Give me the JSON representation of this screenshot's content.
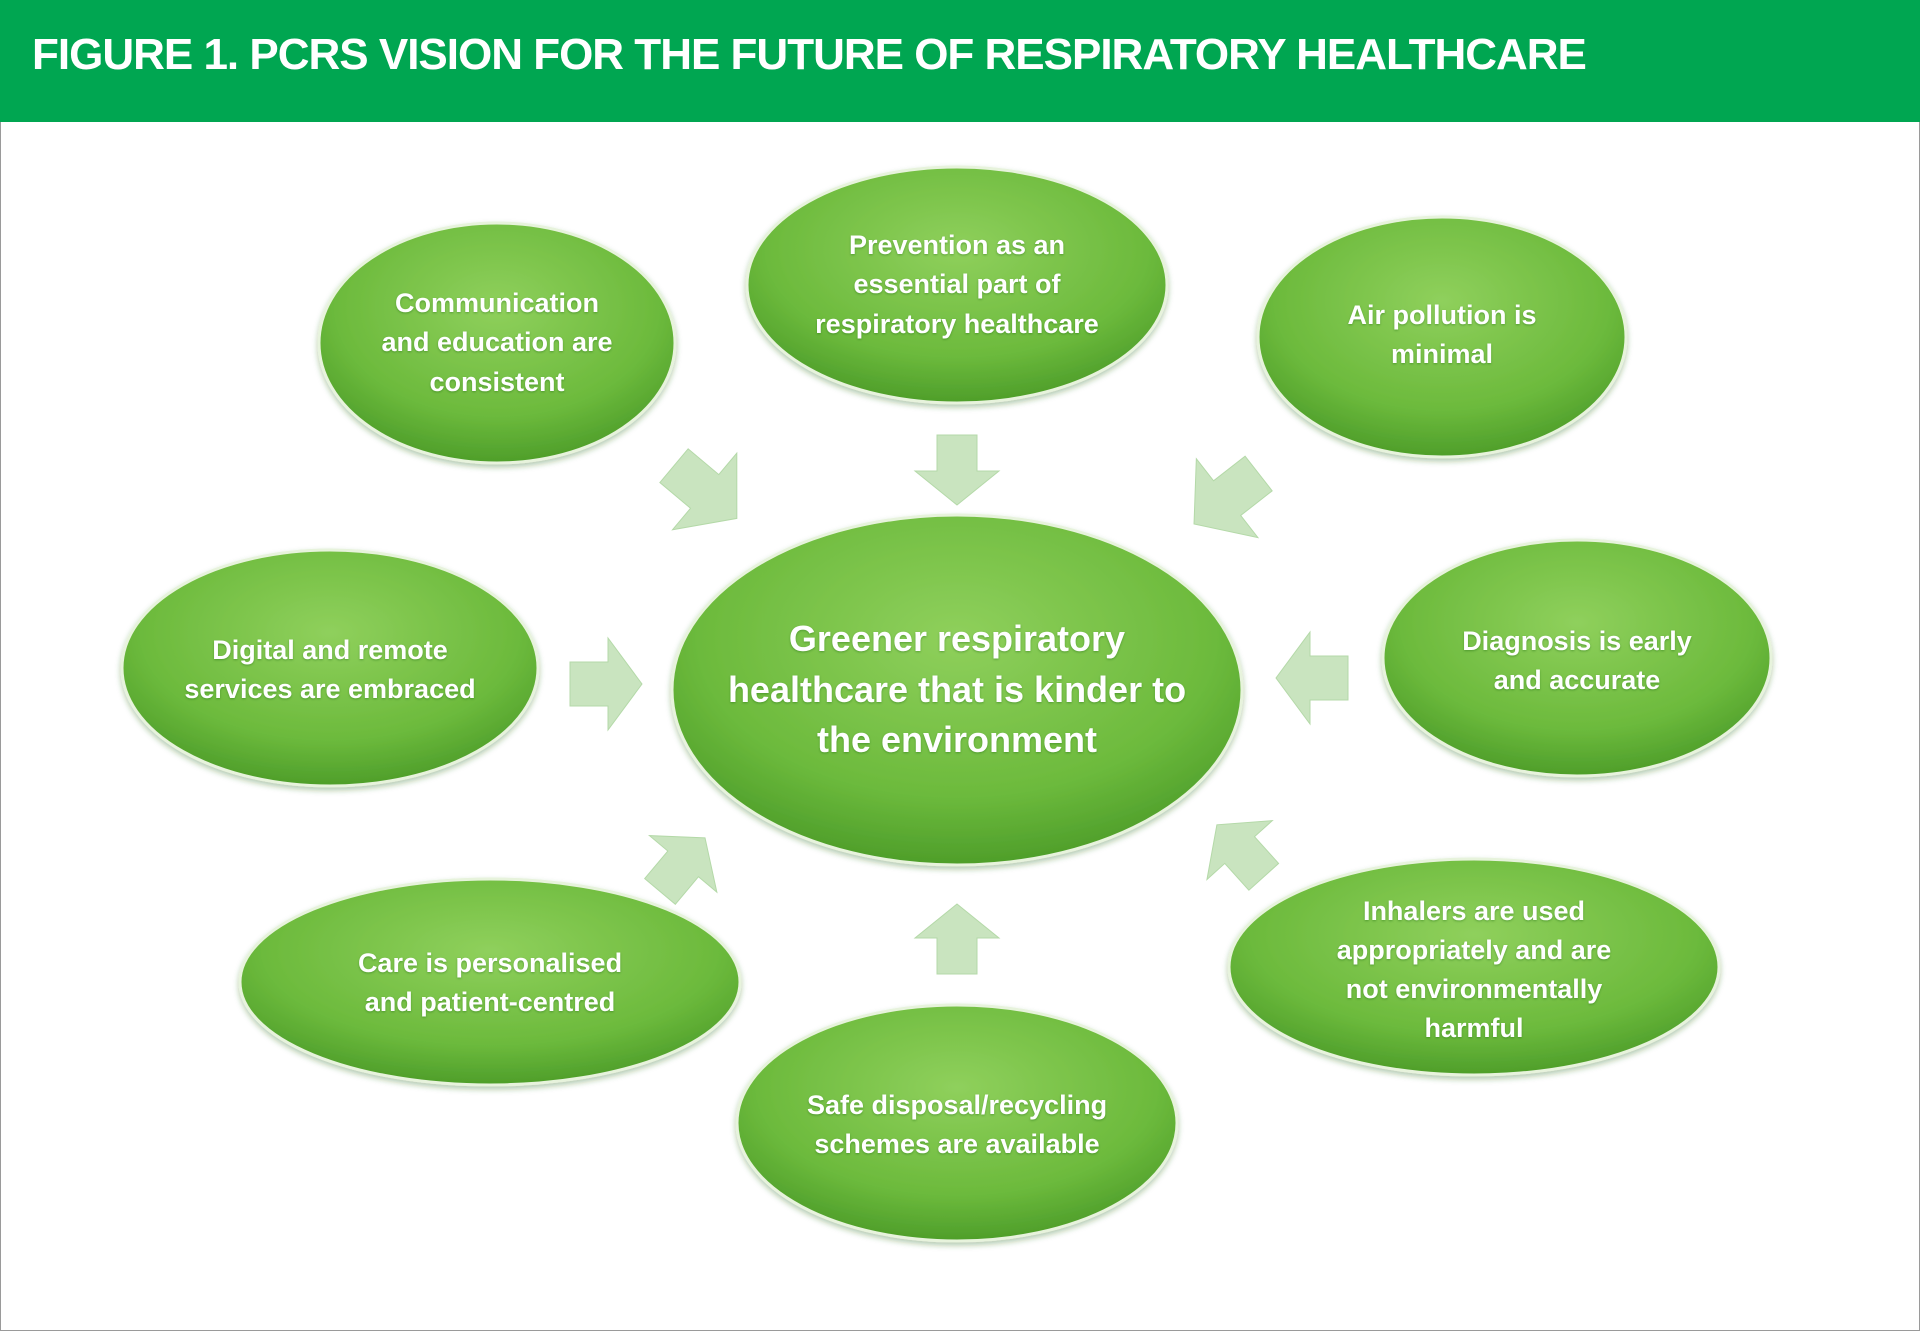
{
  "figure": {
    "title": "FIGURE 1. PCRS VISION FOR THE FUTURE OF RESPIRATORY HEALTHCARE",
    "center": "Greener respiratory healthcare that is kinder to the environment",
    "nodes": [
      {
        "id": "communication",
        "text": "Communication and education are consistent"
      },
      {
        "id": "prevention",
        "text": "Prevention as an essential part of respiratory healthcare"
      },
      {
        "id": "air-pollution",
        "text": "Air pollution is minimal"
      },
      {
        "id": "digital",
        "text": "Digital and remote services are embraced"
      },
      {
        "id": "diagnosis",
        "text": "Diagnosis is early and accurate"
      },
      {
        "id": "care",
        "text": "Care is personalised and patient-centred"
      },
      {
        "id": "inhalers",
        "text": "Inhalers are used appropriately and are not environmentally harmful"
      },
      {
        "id": "disposal",
        "text": "Safe disposal/recycling schemes are available"
      }
    ],
    "colors": {
      "header": "#00a651",
      "node_light": "#8dd05a",
      "node_dark": "#4e9e2a",
      "arrow": "#c9e4bf"
    }
  }
}
